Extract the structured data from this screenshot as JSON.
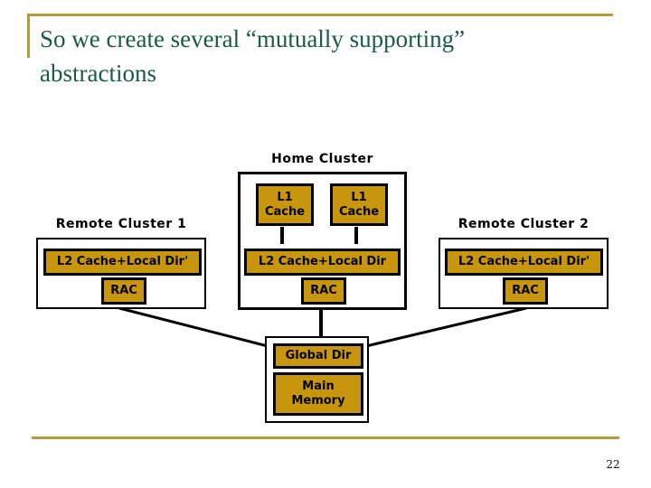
{
  "slide": {
    "title": "So we create several “mutually supporting” abstractions",
    "page_number": "22"
  },
  "diagram": {
    "home_cluster": {
      "label": "Home Cluster",
      "l1_cache_left": "L1\nCache",
      "l1_cache_right": "L1\nCache",
      "l2_cache": "L2 Cache+Local Dir",
      "rac": "RAC"
    },
    "remote_cluster_1": {
      "label": "Remote Cluster 1",
      "l2_cache": "L2 Cache+Local Dir'",
      "rac": "RAC"
    },
    "remote_cluster_2": {
      "label": "Remote Cluster 2",
      "l2_cache": "L2 Cache+Local Dir'",
      "rac": "RAC"
    },
    "memory_node": {
      "global_dir": "Global Dir",
      "main_memory": "Main\nMemory"
    }
  },
  "colors": {
    "box_fill_gold": "#C8960D",
    "rule_gold": "#B49A3E",
    "title_green": "#1A5A46",
    "line_black": "#000000"
  }
}
